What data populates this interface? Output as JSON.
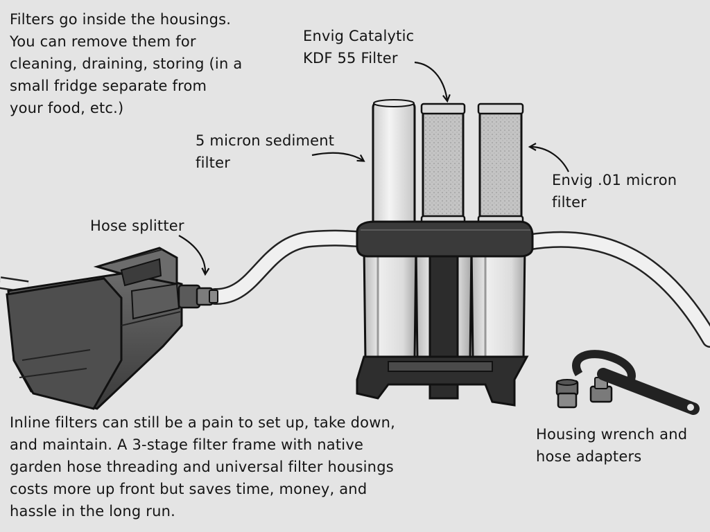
{
  "notes": {
    "filters_housings": [
      "Filters go inside the housings.",
      "You can remove them for",
      "cleaning, draining, storing (in a",
      "small fridge separate from",
      "your food, etc.)"
    ],
    "inline_filters": [
      "Inline filters can still be a pain to set up, take down,",
      "and maintain. A 3-stage filter frame with native",
      "garden hose threading and universal filter housings",
      "costs more up front but saves time, money, and",
      "hassle in the long run."
    ]
  },
  "labels": {
    "kdf_filter": [
      "Envig Catalytic",
      "KDF 55 Filter"
    ],
    "sediment_filter": [
      "5 micron sediment",
      "filter"
    ],
    "micron_filter": [
      "Envig .01 micron",
      "filter"
    ],
    "hose_splitter": [
      "Hose splitter"
    ],
    "wrench_adapters": [
      "Housing wrench and",
      "hose adapters"
    ]
  }
}
